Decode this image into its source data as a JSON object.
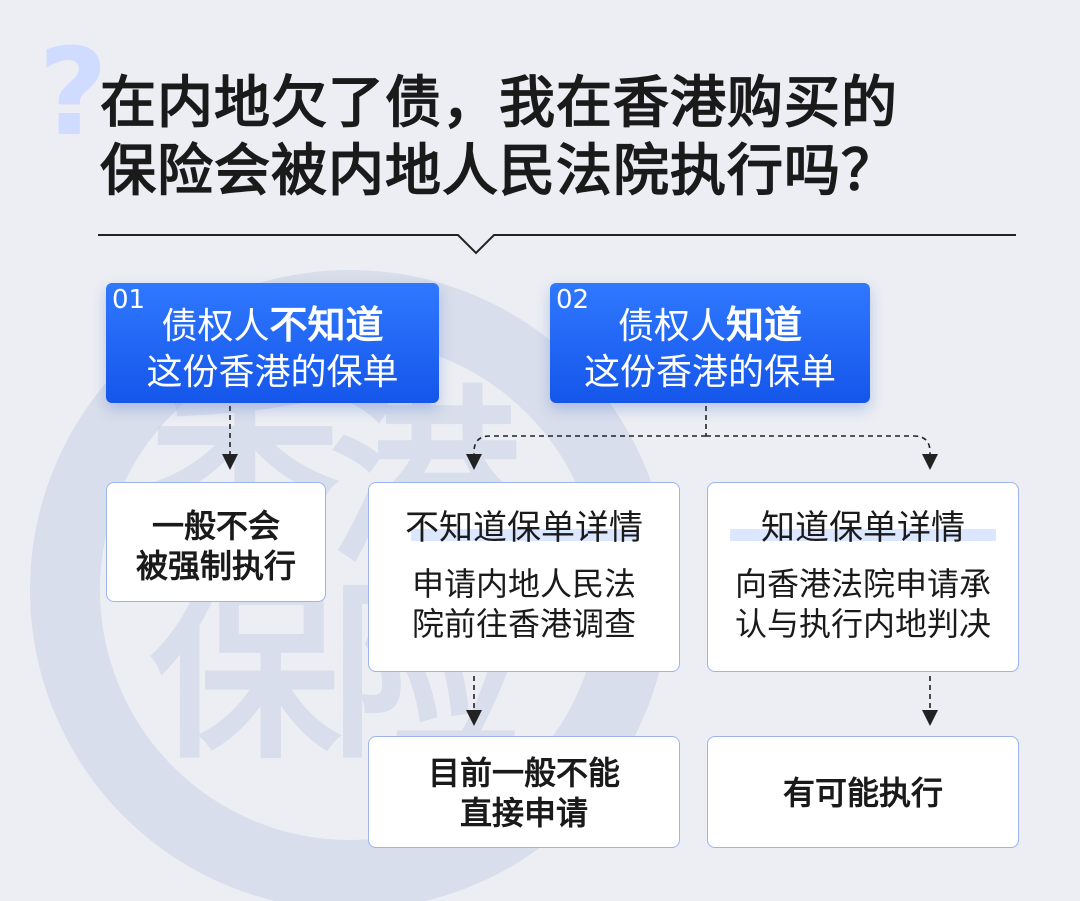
{
  "title": {
    "line1": "在内地欠了债，我在香港购买的",
    "line2": "保险会被内地人民法院执行吗？"
  },
  "watermark": [
    "香",
    "港",
    "保",
    "险"
  ],
  "branches": [
    {
      "num": "01",
      "line1_normal": "债权人",
      "line1_strong": "不知道",
      "line2": "这份香港的保单",
      "result_line1": "一般不会",
      "result_line2": "被强制执行"
    },
    {
      "num": "02",
      "line1_normal": "债权人",
      "line1_strong": "知道",
      "line2": "这份香港的保单"
    }
  ],
  "sub_branches": [
    {
      "head": "不知道保单详情",
      "body_line1": "申请内地人民法",
      "body_line2": "院前往香港调查",
      "result_line1": "目前一般不能",
      "result_line2": "直接申请"
    },
    {
      "head": "知道保单详情",
      "body_line1": "向香港法院申请承",
      "body_line2": "认与执行内地判决",
      "result": "有可能执行"
    }
  ],
  "colors": {
    "accent_blue": "#1f63f0",
    "box_border": "#9bb3ee",
    "background": "#eceef3"
  }
}
